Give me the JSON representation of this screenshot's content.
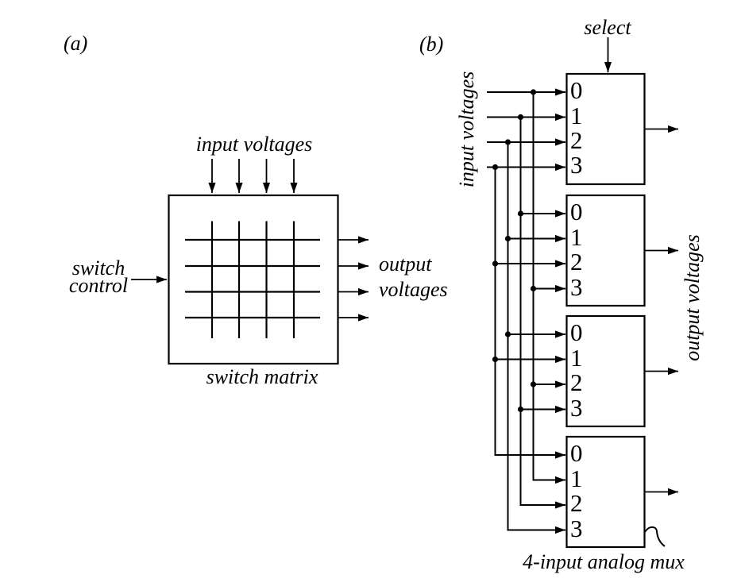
{
  "figure": {
    "background": "#ffffff",
    "ink": "#000000",
    "panel_a": {
      "tag": "(a)",
      "top_label": "input voltages",
      "left_label": [
        "switch",
        "control"
      ],
      "right_label": [
        "output",
        "voltages"
      ],
      "caption": "switch matrix"
    },
    "panel_b": {
      "tag": "(b)",
      "select_label": "select",
      "left_label": "input voltages",
      "right_label": "output voltages",
      "caption": "4-input analog mux",
      "port_labels": [
        "0",
        "1",
        "2",
        "3"
      ]
    }
  }
}
